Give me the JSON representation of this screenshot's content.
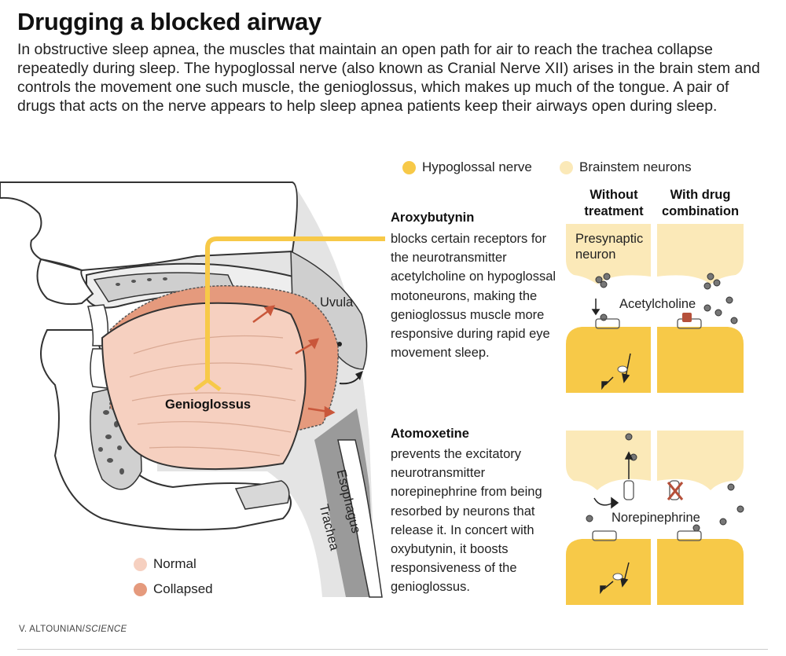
{
  "header": {
    "title": "Drugging a blocked airway",
    "intro": "In obstructive sleep apnea, the muscles that maintain an open path for air to reach the trachea collapse repeatedly during sleep. The hypoglossal nerve (also known as Cranial Nerve XII) arises in the brain stem and controls the movement one such muscle, the genioglossus, which makes up much of the tongue. A pair of drugs that acts on the nerve appears to help sleep apnea patients keep their airways open during sleep."
  },
  "legend_top": [
    {
      "label": "Hypoglossal nerve",
      "color": "#f7c948"
    },
    {
      "label": "Brainstem neurons",
      "color": "#fbe9b8"
    }
  ],
  "columns": {
    "without": "Without treatment",
    "with": "With drug combination"
  },
  "drugs": [
    {
      "name": "Aroxybutynin",
      "description": "blocks certain receptors for the neurotransmitter acetylcholine on hypoglossal motoneurons, making the genioglossus muscle more responsive during rapid eye movement sleep."
    },
    {
      "name": "Atomoxetine",
      "description": "prevents the excitatory neurotransmitter norepinephrine from being resorbed by neurons that release it. In concert with oxybutynin, it boosts responsiveness of the genioglossus."
    }
  ],
  "anatomy_labels": {
    "uvula": "Uvula",
    "genioglossus": "Genioglossus",
    "esophagus": "Esophagus",
    "trachea": "Trachea"
  },
  "synapse_labels": {
    "presynaptic": "Presynaptic neuron",
    "acetylcholine": "Acetylcholine",
    "norepinephrine": "Norepinephrine"
  },
  "legend_bottom": [
    {
      "label": "Normal",
      "color": "#f6d0c0"
    },
    {
      "label": "Collapsed",
      "color": "#e59a7d"
    }
  ],
  "credit": {
    "author": "V. ALTOUNIAN/",
    "source": "SCIENCE"
  },
  "colors": {
    "nerve": "#f7c948",
    "brainstem": "#fbe9b8",
    "tissue_gray": "#d8d8d8",
    "dark_gray": "#7a7a7a",
    "arrow_red": "#c9573b",
    "blocker": "#b5503a"
  }
}
